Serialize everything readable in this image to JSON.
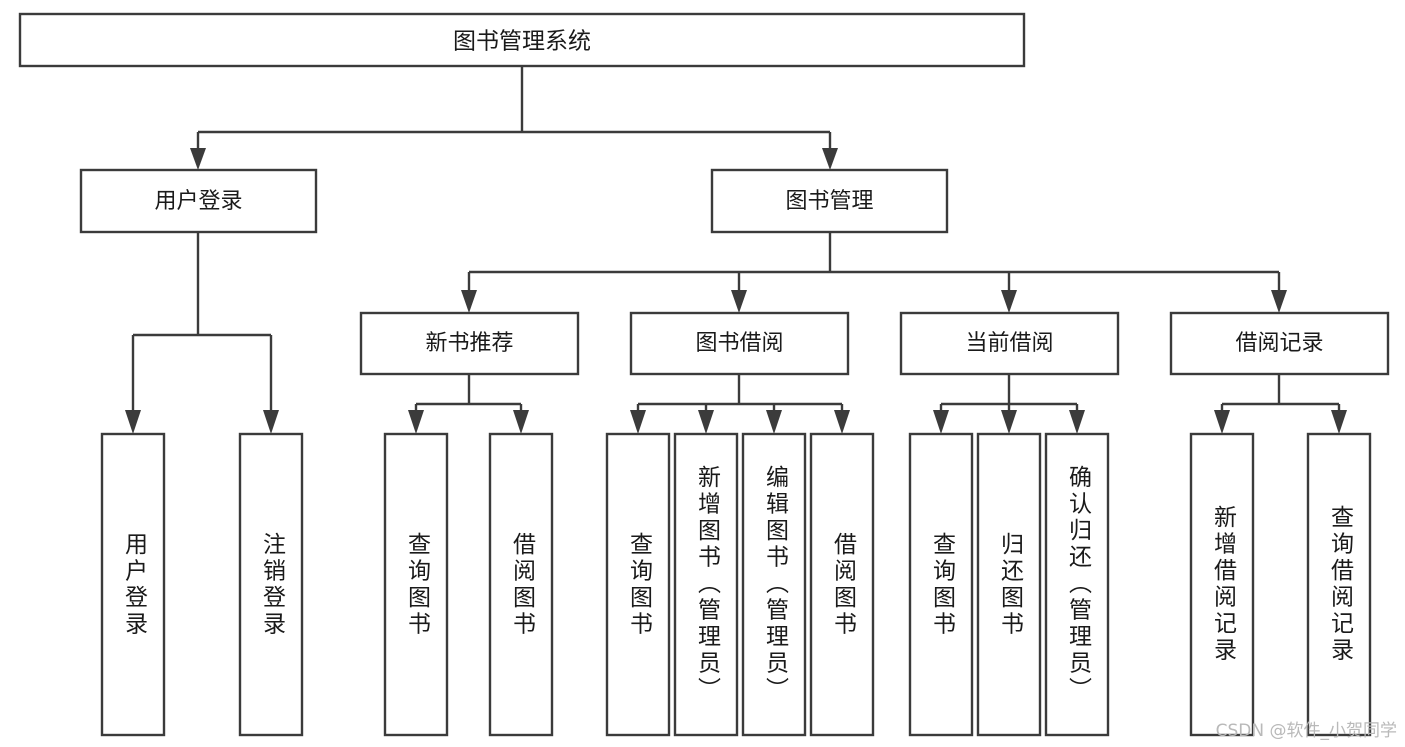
{
  "diagram": {
    "title": "图书管理系统",
    "type": "tree-hierarchy",
    "watermark": "CSDN @软件_小贺同学",
    "root": {
      "label": "图书管理系统"
    },
    "level2": [
      {
        "label": "用户登录"
      },
      {
        "label": "图书管理"
      }
    ],
    "level3": [
      {
        "label": "新书推荐"
      },
      {
        "label": "图书借阅"
      },
      {
        "label": "当前借阅"
      },
      {
        "label": "借阅记录"
      }
    ],
    "leaves": {
      "user_login": [
        {
          "label": "用户登录"
        },
        {
          "label": "注销登录"
        }
      ],
      "new_book_recommend": [
        {
          "label": "查询图书"
        },
        {
          "label": "借阅图书"
        }
      ],
      "book_borrow": [
        {
          "label": "查询图书"
        },
        {
          "label": "新增图书（管理员）"
        },
        {
          "label": "编辑图书（管理员）"
        },
        {
          "label": "借阅图书"
        }
      ],
      "current_borrow": [
        {
          "label": "查询图书"
        },
        {
          "label": "归还图书"
        },
        {
          "label": "确认归还（管理员）"
        }
      ],
      "borrow_record": [
        {
          "label": "新增借阅记录"
        },
        {
          "label": "查询借阅记录"
        }
      ]
    },
    "colors": {
      "stroke": "#3b3b3b",
      "fill": "#ffffff",
      "text": "#1a1a1a",
      "watermark": "#b9b9b9"
    }
  }
}
